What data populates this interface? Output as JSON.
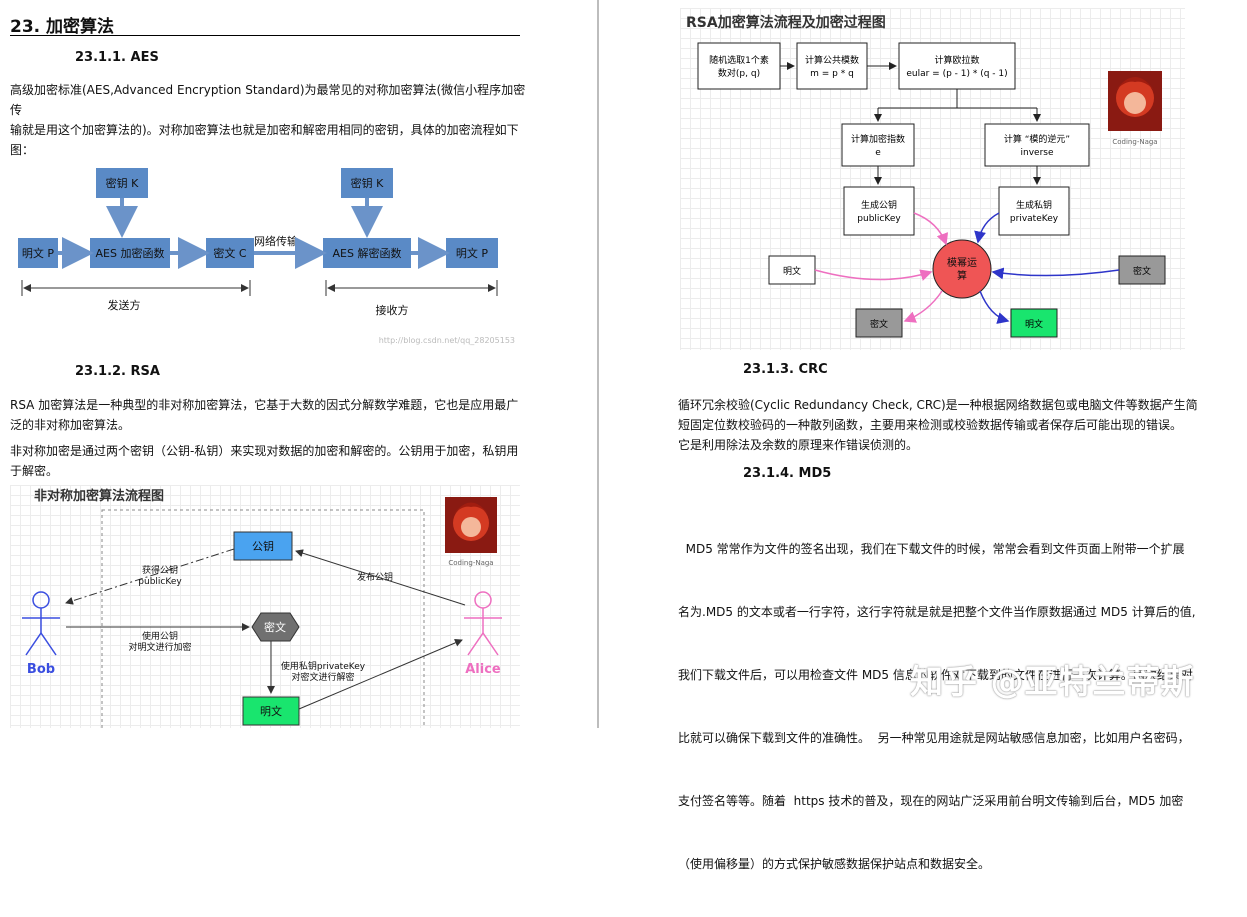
{
  "left": {
    "section_title": "23.  加密算法",
    "aes": {
      "heading": "23.1.1.    AES",
      "para_lines": [
        "高级加密标准(AES,Advanced Encryption Standard)为最常见的对称加密算法(微信小程序加密传",
        "输就是用这个加密算法的)。对称加密算法也就是加密和解密用相同的密钥，具体的加密流程如下",
        "图："
      ],
      "diagram": {
        "key_left": "密钥 K",
        "key_right": "密钥 K",
        "plain_left": "明文 P",
        "aes_encrypt": "AES 加密函数",
        "cipher": "密文  C",
        "network_label": "网络传输",
        "aes_decrypt": "AES 解密函数",
        "plain_right": "明文 P",
        "sender": "发送方",
        "receiver": "接收方",
        "url": "http://blog.csdn.net/qq_28205153"
      }
    },
    "rsa": {
      "heading": "23.1.2.    RSA",
      "para1_lines": [
        "RSA 加密算法是一种典型的非对称加密算法，它基于大数的因式分解数学难题，它也是应用最广",
        "泛的非对称加密算法。"
      ],
      "para2_lines": [
        "非对称加密是通过两个密钥（公钥-私钥）来实现对数据的加密和解密的。公钥用于加密，私钥用",
        "于解密。"
      ],
      "diagram": {
        "title": "非对称加密算法流程图",
        "public_key": "公钥",
        "cipher": "密文",
        "plain": "明文",
        "bob": "Bob",
        "alice": "Alice",
        "get_pk_1": "获得公钥",
        "get_pk_2": "publicKey",
        "publish_pk": "发布公钥",
        "use_pk_1": "使用公钥",
        "use_pk_2": "对明文进行加密",
        "use_sk_1": "使用私钥privateKey",
        "use_sk_2": "对密文进行解密",
        "avatar_caption": "Coding-Naga"
      }
    }
  },
  "right": {
    "rsa_flow": {
      "title": "RSA加密算法流程及加密过程图",
      "box_random_1": "随机选取1个素",
      "box_random_2": "数对(p, q)",
      "box_modulus_1": "计算公共模数",
      "box_modulus_2": "m = p * q",
      "box_euler_1": "计算欧拉数",
      "box_euler_2": "eular = (p - 1) * (q - 1)",
      "box_e_1": "计算加密指数",
      "box_e_2": "e",
      "box_inverse_1": "计算 “模的逆元”",
      "box_inverse_2": "inverse",
      "box_pub_1": "生成公钥",
      "box_pub_2": "publicKey",
      "box_priv_1": "生成私钥",
      "box_priv_2": "privateKey",
      "modexp_1": "模幂运",
      "modexp_2": "算",
      "plain_in": "明文",
      "cipher_in": "密文",
      "cipher_out": "密文",
      "plain_out": "明文",
      "avatar_caption": "Coding-Naga"
    },
    "crc": {
      "heading": "23.1.3.    CRC",
      "para_lines": [
        "循环冗余校验(Cyclic Redundancy Check, CRC)是一种根据网络数据包或电脑文件等数据产生简",
        "短固定位数校验码的一种散列函数，主要用来检测或校验数据传输或者保存后可能出现的错误。",
        "它是利用除法及余数的原理来作错误侦测的。"
      ]
    },
    "md5": {
      "heading": "23.1.4.    MD5",
      "para_lines": [
        "  MD5 常常作为文件的签名出现，我们在下载文件的时候，常常会看到文件页面上附带一个扩展",
        "名为.MD5 的文本或者一行字符，这行字符就是就是把整个文件当作原数据通过 MD5 计算后的值,",
        "我们下载文件后，可以用检查文件 MD5 信息的软件对下载到的文件在进行一次计算。两次结果对",
        "比就可以确保下载到文件的准确性。  另一种常见用途就是网站敏感信息加密，比如用户名密码，",
        "支付签名等等。随着  https 技术的普及，现在的网站广泛采用前台明文传输到后台，MD5 加密",
        "（使用偏移量）的方式保护敏感数据保护站点和数据安全。"
      ]
    },
    "watermark": "知乎 @亚特兰蒂斯"
  },
  "colors": {
    "aes_box": "#5a8ac6",
    "arrow_blue": "#6b93c9",
    "pk_box": "#4aa3f0",
    "cipher_box": "#707070",
    "plain_box": "#19e56e",
    "pink": "#ee6fc0",
    "blue": "#2e35c9",
    "modexp": "#ef5555"
  }
}
